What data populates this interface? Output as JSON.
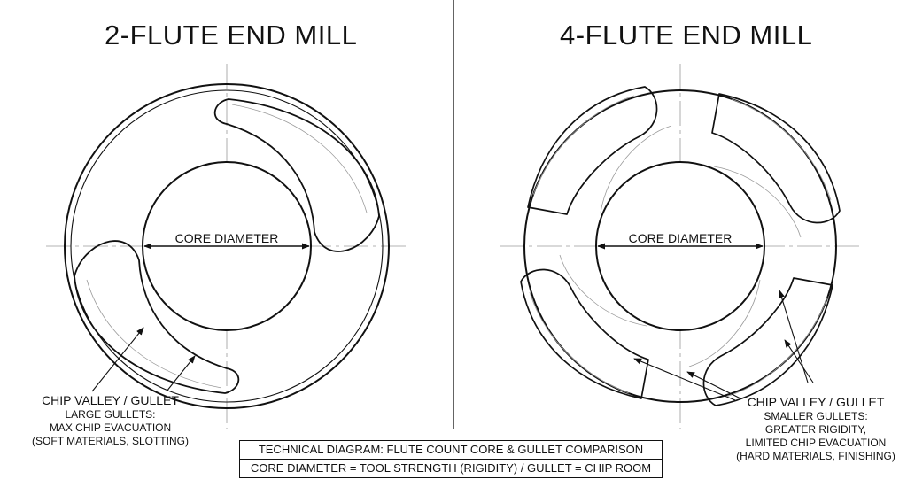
{
  "left_panel": {
    "title": "2-FLUTE END MILL",
    "core_label": "CORE DIAMETER",
    "callout_heading": "CHIP VALLEY / GULLET",
    "callout_lines": [
      "LARGE GULLETS:",
      "MAX CHIP EVACUATION",
      "(SOFT MATERIALS, SLOTTING)"
    ]
  },
  "right_panel": {
    "title": "4-FLUTE END MILL",
    "core_label": "CORE DIAMETER",
    "callout_heading": "CHIP VALLEY / GULLET",
    "callout_lines": [
      "SMALLER GULLETS:",
      "GREATER RIGIDITY,",
      "LIMITED CHIP EVACUATION",
      "(HARD MATERIALS, FINISHING)"
    ]
  },
  "caption": {
    "line1": "TECHNICAL DIAGRAM: FLUTE COUNT CORE & GULLET COMPARISON",
    "line2": "CORE DIAMETER = TOOL STRENGTH (RIGIDITY) / GULLET = CHIP ROOM"
  },
  "colors": {
    "ink": "#111111",
    "guide": "#9a9a9a",
    "background": "#ffffff"
  }
}
